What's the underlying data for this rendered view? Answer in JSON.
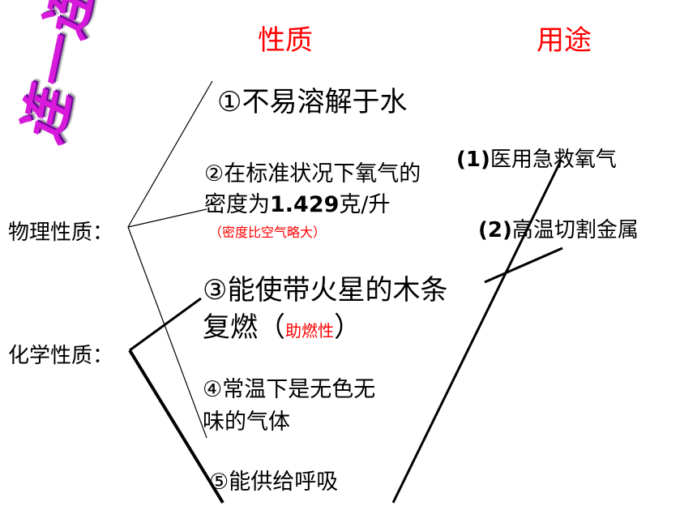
{
  "title_art": "连一连",
  "headers": {
    "property": "性质",
    "usage": "用途"
  },
  "categories": {
    "physical": "物理性质：",
    "chemical": "化学性质："
  },
  "properties": {
    "p1": "①不易溶解于水",
    "p2_line1_a": "②在标准状况下氧气的",
    "p2_line2_a": "密度为",
    "p2_line2_b": "1.429",
    "p2_line2_c": "克/升",
    "p2_note": "（密度比空气略大）",
    "p3_line1": "③能使带火星的木条",
    "p3_line2_a": "复燃（",
    "p3_line2_note": "助燃性",
    "p3_line2_c": "）",
    "p4_line1": "④常温下是无色无",
    "p4_line2": "味的气体",
    "p5": "⑤能供给呼吸"
  },
  "uses": {
    "u1_num": "(1)",
    "u1_text": "医用急救氧气",
    "u2_num": "(2)",
    "u2_text": "高温切割金属"
  },
  "colors": {
    "title_art": "#d81adb",
    "header": "#ff0000",
    "note": "#ff0000",
    "line": "#000000"
  }
}
